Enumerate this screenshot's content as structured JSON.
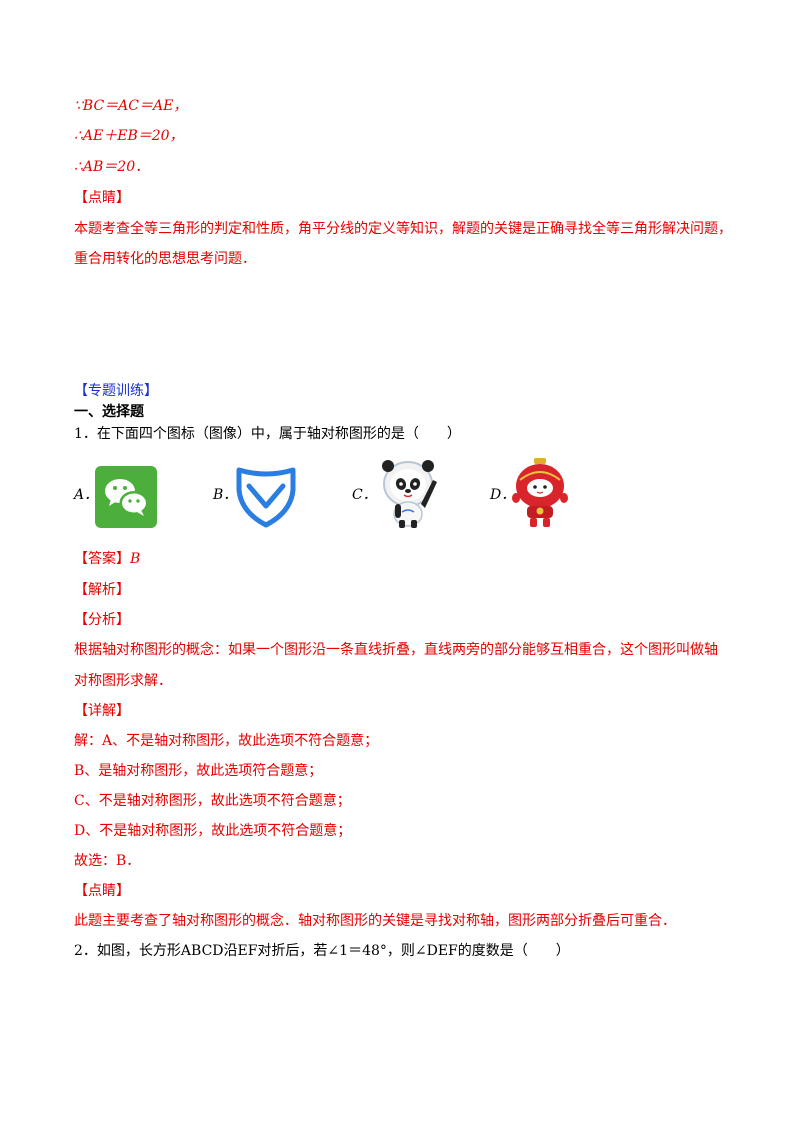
{
  "proof_lines": [
    "∵BC＝AC＝AE，",
    "∴AE＋EB＝20，",
    "∴AB＝20．"
  ],
  "dianjing_1": {
    "heading": "【点睛】",
    "line1": "本题考查全等三角形的判定和性质，角平分线的定义等知识，解题的关键是正确寻找全等三角形解决问题，",
    "line2": "重合用转化的思想思考问题．"
  },
  "section_title": "【专题训练】",
  "section_subtitle": "一、选择题",
  "question1": {
    "stem": "1．在下面四个图标（图像）中，属于轴对称图形的是（　　）",
    "options": [
      {
        "label": "A．",
        "icon": "wechat-icon"
      },
      {
        "label": "B．",
        "icon": "shield-check-icon"
      },
      {
        "label": "C．",
        "icon": "panda-mascot-icon"
      },
      {
        "label": "D．",
        "icon": "lantern-mascot-icon"
      }
    ],
    "answer_label": "【答案】",
    "answer_value": "B",
    "jiexi": "【解析】",
    "fenxi": "【分析】",
    "fenxi_line1": "根据轴对称图形的概念：如果一个图形沿一条直线折叠，直线两旁的部分能够互相重合，这个图形叫做轴",
    "fenxi_line2": "对称图形求解．",
    "xiangjie": "【详解】",
    "detail_lines": [
      "解：A、不是轴对称图形，故此选项不符合题意；",
      "B、是轴对称图形，故此选项符合题意；",
      "C、不是轴对称图形，故此选项不符合题意；",
      "D、不是轴对称图形，故此选项不符合题意；",
      "故选：B．"
    ],
    "dianjing_heading": "【点睛】",
    "dianjing_text": "此题主要考查了轴对称图形的概念．轴对称图形的关键是寻找对称轴，图形两部分折叠后可重合．"
  },
  "question2": {
    "stem": "2．如图，长方形ABCD沿EF对折后，若∠1＝48°，则∠DEF的度数是（　　）"
  },
  "colors": {
    "answer_text": "#e60000",
    "section_title": "#1a2fd0",
    "wechat_green": "#4caf3b",
    "shield_blue": "#2a7de1",
    "lantern_red": "#d8242a"
  }
}
